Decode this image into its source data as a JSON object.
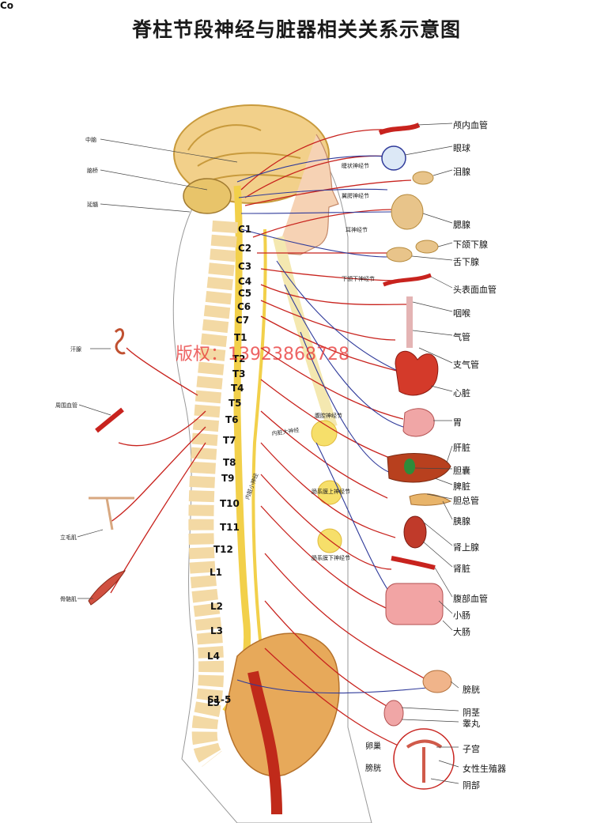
{
  "title": "脊柱节段神经与脏器相关关系示意图",
  "watermark": "版权：13923868728",
  "left_labels": {
    "midbrain": "中脑",
    "pons": "脑桥",
    "medulla": "延髓",
    "sweat_gland": "汗腺",
    "peripheral_vessel": "周围血管",
    "arrector_pili": "立毛肌",
    "skeletal_muscle": "骨骼肌"
  },
  "ganglia_labels": {
    "ciliary": "睫状神经节",
    "pterygopalatine": "翼腭神经节",
    "otic": "耳神经节",
    "submandibular": "下颌下神经节",
    "celiac": "腹腔神经节",
    "superior_mesenteric": "肠系膜上神经节",
    "inferior_mesenteric": "肠系膜下神经节",
    "greater_splanchnic": "内脏大神经",
    "lesser_splanchnic": "内脏小神经"
  },
  "right_labels": [
    "颅内血管",
    "眼球",
    "泪腺",
    "腮腺",
    "下颌下腺",
    "舌下腺",
    "头表面血管",
    "咽喉",
    "气管",
    "支气管",
    "心脏",
    "胃",
    "肝脏",
    "胆囊",
    "脾脏",
    "胆总管",
    "胰腺",
    "肾上腺",
    "肾脏",
    "腹部血管",
    "小肠",
    "大肠",
    "膀胱",
    "阴茎",
    "睾丸",
    "子宫",
    "女性生殖器",
    "阴部"
  ],
  "inset_labels": {
    "ovary": "卵巢",
    "bladder": "膀胱"
  },
  "vertebrae": [
    "C1",
    "C2",
    "C3",
    "C4",
    "C5",
    "C6",
    "C7",
    "T1",
    "T2",
    "T3",
    "T4",
    "T5",
    "T6",
    "T7",
    "T8",
    "T9",
    "T10",
    "T11",
    "T12",
    "L1",
    "L2",
    "L3",
    "L4",
    "L5",
    "S1-5",
    "Co"
  ],
  "colors": {
    "nerve_red": "#c8231e",
    "nerve_blue": "#2f3a9a",
    "spine_yellow": "#f2d04a",
    "bone": "#f3d9a4",
    "pelvis": "#e7a95a"
  }
}
